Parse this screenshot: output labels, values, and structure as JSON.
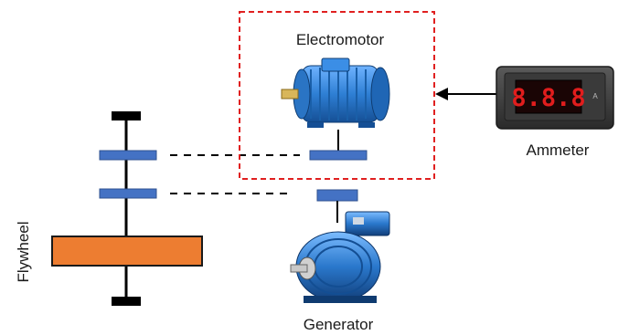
{
  "labels": {
    "flywheel": "Flywheel",
    "electromotor": "Electromotor",
    "generator": "Generator",
    "ammeter": "Ammeter"
  },
  "ammeter_display": {
    "digits": "8.8.8",
    "unit_mark": "A"
  },
  "colors": {
    "shaft": "#000000",
    "hub": "#4472c4",
    "hub_border": "#2f528f",
    "flywheel_body": "#ed7d31",
    "highlight_box": "#e02020",
    "motor_blue": "#2e7fd4",
    "display_red": "#e11d1d"
  }
}
